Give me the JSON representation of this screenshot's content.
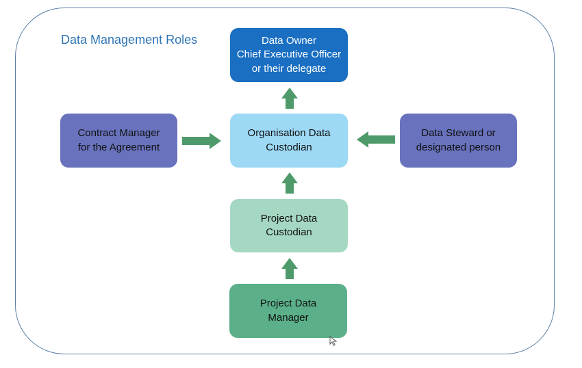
{
  "diagram": {
    "title": "Data Management Roles",
    "colors": {
      "frame": "#5a7fa6",
      "title": "#2e74b5",
      "arrow": "#4f9a6a",
      "data_owner": "#1a6fc2",
      "organisation_custodian": "#9dd9f5",
      "contract_manager": "#6872bd",
      "data_steward": "#6872bd",
      "project_custodian": "#a5d8c2",
      "project_manager": "#5bb08a"
    },
    "nodes": {
      "data_owner": {
        "line1": "Data Owner",
        "line2": "Chief Executive Officer",
        "line3": "or their delegate"
      },
      "organisation_custodian": {
        "line1": "Organisation Data",
        "line2": "Custodian"
      },
      "contract_manager": {
        "line1": "Contract Manager",
        "line2": "for the Agreement"
      },
      "data_steward": {
        "line1": "Data Steward or",
        "line2": "designated person"
      },
      "project_custodian": {
        "line1": "Project Data",
        "line2": "Custodian"
      },
      "project_manager": {
        "line1": "Project Data",
        "line2": "Manager"
      }
    },
    "edges": [
      {
        "from": "organisation_custodian",
        "to": "data_owner",
        "icon": "arrow-up-icon"
      },
      {
        "from": "contract_manager",
        "to": "organisation_custodian",
        "icon": "arrow-right-icon"
      },
      {
        "from": "data_steward",
        "to": "organisation_custodian",
        "icon": "arrow-left-icon"
      },
      {
        "from": "project_custodian",
        "to": "organisation_custodian",
        "icon": "arrow-up-icon"
      },
      {
        "from": "project_manager",
        "to": "project_custodian",
        "icon": "arrow-up-icon"
      }
    ]
  }
}
